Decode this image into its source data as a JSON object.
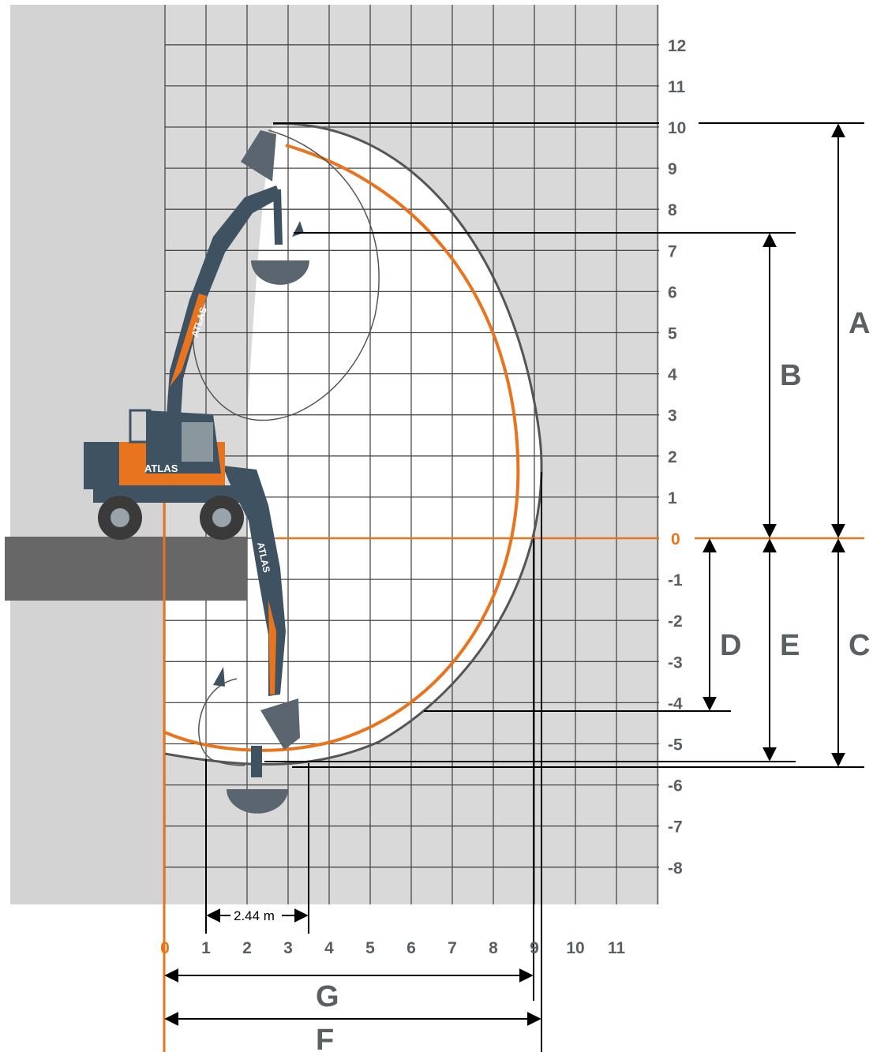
{
  "colors": {
    "accent": "#e8741e",
    "boom": "#3f5261",
    "grid_bg": "#d9d9d9",
    "envelope_fill": "#ffffff",
    "ground": "#676767",
    "text": "#5a5f63"
  },
  "y_ticks": [
    "12",
    "11",
    "10",
    "9",
    "8",
    "7",
    "6",
    "5",
    "4",
    "3",
    "2",
    "1",
    "0",
    "-1",
    "-2",
    "-3",
    "-4",
    "-5",
    "-6",
    "-7",
    "-8"
  ],
  "x_ticks": [
    "0",
    "1",
    "2",
    "3",
    "4",
    "5",
    "6",
    "7",
    "8",
    "9",
    "10",
    "11"
  ],
  "dimensions": {
    "A": "A",
    "B": "B",
    "C": "C",
    "D": "D",
    "E": "E",
    "F": "F",
    "G": "G"
  },
  "annotation": {
    "width_label": "2.44 m"
  },
  "machine": {
    "brand_text": "ATLAS"
  }
}
